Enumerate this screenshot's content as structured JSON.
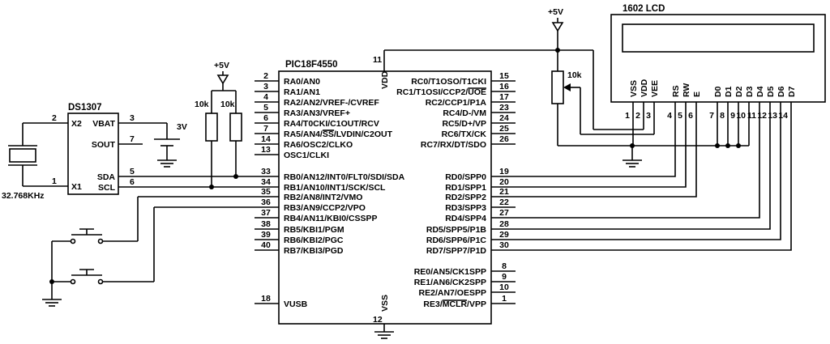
{
  "pic": {
    "title": "PIC18F4550",
    "left_pins": [
      {
        "num": "2",
        "label": "RA0/AN0"
      },
      {
        "num": "3",
        "label": "RA1/AN1"
      },
      {
        "num": "4",
        "label": "RA2/AN2/VREF-/CVREF"
      },
      {
        "num": "5",
        "label": "RA3/AN3/VREF+"
      },
      {
        "num": "6",
        "label": "RA4/T0CKI/C1OUT/RCV"
      },
      {
        "num": "7",
        "label": "RA5/AN4/SS/LVDIN/C2OUT"
      },
      {
        "num": "14",
        "label": "RA6/OSC2/CLKO"
      },
      {
        "num": "13",
        "label": "OSC1/CLKI"
      },
      {
        "num": "33",
        "label": "RB0/AN12/INT0/FLT0/SDI/SDA"
      },
      {
        "num": "34",
        "label": "RB1/AN10/INT1/SCK/SCL"
      },
      {
        "num": "35",
        "label": "RB2/AN8/INT2/VMO"
      },
      {
        "num": "36",
        "label": "RB3/AN9/CCP2/VPO"
      },
      {
        "num": "37",
        "label": "RB4/AN11/KBI0/CSSPP"
      },
      {
        "num": "38",
        "label": "RB5/KBI1/PGM"
      },
      {
        "num": "39",
        "label": "RB6/KBI2/PGC"
      },
      {
        "num": "40",
        "label": "RB7/KBI3/PGD"
      }
    ],
    "right_pins": [
      {
        "num": "15",
        "label": "RC0/T1OSO/T1CKI"
      },
      {
        "num": "16",
        "label": "RC1/T1OSI/CCP2/UOE"
      },
      {
        "num": "17",
        "label": "RC2/CCP1/P1A"
      },
      {
        "num": "23",
        "label": "RC4/D-/VM"
      },
      {
        "num": "24",
        "label": "RC5/D+/VP"
      },
      {
        "num": "25",
        "label": "RC6/TX/CK"
      },
      {
        "num": "26",
        "label": "RC7/RX/DT/SDO"
      },
      {
        "num": "19",
        "label": "RD0/SPP0"
      },
      {
        "num": "20",
        "label": "RD1/SPP1"
      },
      {
        "num": "21",
        "label": "RD2/SPP2"
      },
      {
        "num": "22",
        "label": "RD3/SPP3"
      },
      {
        "num": "27",
        "label": "RD4/SPP4"
      },
      {
        "num": "28",
        "label": "RD5/SPP5/P1B"
      },
      {
        "num": "29",
        "label": "RD6/SPP6/P1C"
      },
      {
        "num": "30",
        "label": "RD7/SPP7/P1D"
      },
      {
        "num": "8",
        "label": "RE0/AN5/CK1SPP"
      },
      {
        "num": "9",
        "label": "RE1/AN6/CK2SPP"
      },
      {
        "num": "10",
        "label": "RE2/AN7/OESPP"
      },
      {
        "num": "1",
        "label": "RE3/MCLR/VPP"
      }
    ],
    "vusb": {
      "num": "18",
      "label": "VUSB"
    },
    "vdd": {
      "num": "11",
      "label": "VDD"
    },
    "vss": {
      "num": "12",
      "label": "VSS"
    }
  },
  "rtc": {
    "title": "DS1307",
    "pins": {
      "x2": {
        "num": "2",
        "label": "X2"
      },
      "x1": {
        "num": "1",
        "label": "X1"
      },
      "vbat": {
        "num": "3",
        "label": "VBAT"
      },
      "sout": {
        "num": "7",
        "label": "SOUT"
      },
      "sda": {
        "num": "5",
        "label": "SDA"
      },
      "scl": {
        "num": "6",
        "label": "SCL"
      }
    },
    "crystal_label": "32.768KHz",
    "battery_label": "3V"
  },
  "pullups": {
    "supply_label": "+5V",
    "r1_label": "10k",
    "r2_label": "10k"
  },
  "lcd": {
    "title": "1602 LCD",
    "supply_label": "+5V",
    "pot_label": "10k",
    "pins": [
      {
        "num": "1",
        "label": "VSS"
      },
      {
        "num": "2",
        "label": "VDD"
      },
      {
        "num": "3",
        "label": "VEE"
      },
      {
        "num": "4",
        "label": "RS"
      },
      {
        "num": "5",
        "label": "RW"
      },
      {
        "num": "6",
        "label": "E"
      },
      {
        "num": "7",
        "label": "D0"
      },
      {
        "num": "8",
        "label": "D1"
      },
      {
        "num": "9",
        "label": "D2"
      },
      {
        "num": "10",
        "label": "D3"
      },
      {
        "num": "11",
        "label": "D4"
      },
      {
        "num": "12",
        "label": "D5"
      },
      {
        "num": "13",
        "label": "D6"
      },
      {
        "num": "14",
        "label": "D7"
      }
    ]
  }
}
